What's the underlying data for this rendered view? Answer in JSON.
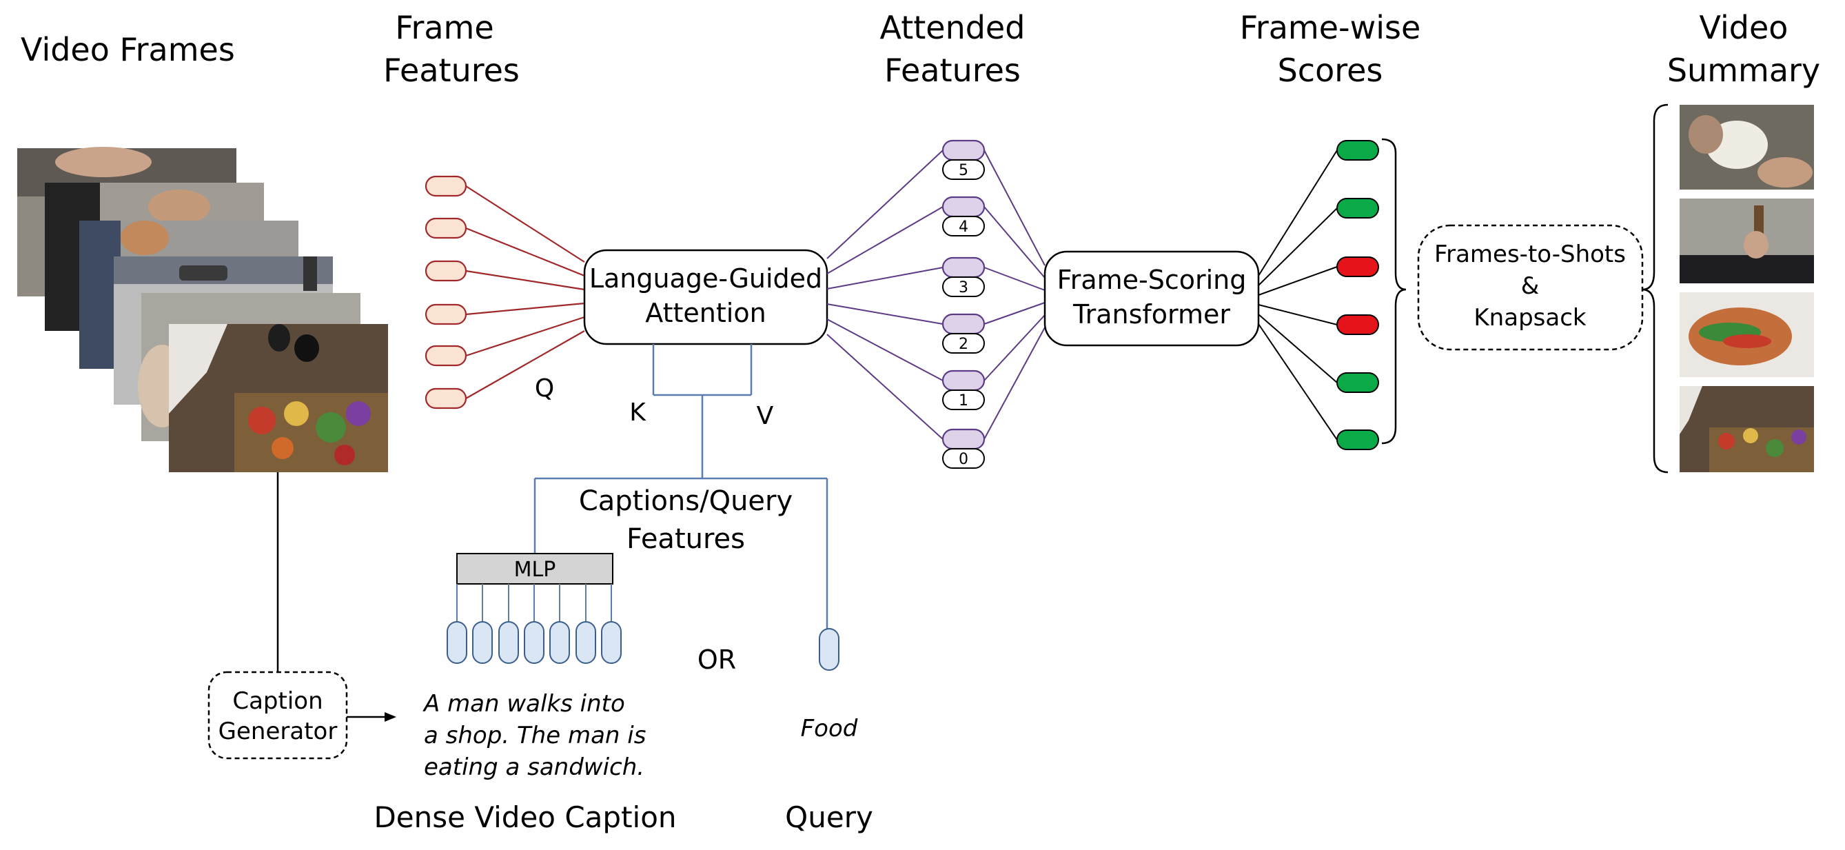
{
  "titles": {
    "video_frames": "Video Frames",
    "frame_features_1": "Frame",
    "frame_features_2": "Features",
    "attended_1": "Attended",
    "attended_2": "Features",
    "scores_1": "Frame-wise",
    "scores_2": "Scores",
    "summary_1": "Video",
    "summary_2": "Summary"
  },
  "blocks": {
    "lga_1": "Language-Guided",
    "lga_2": "Attention",
    "fst_1": "Frame-Scoring",
    "fst_2": "Transformer",
    "f2s_1": "Frames-to-Shots",
    "f2s_2": "&",
    "f2s_3": "Knapsack",
    "cap_gen_1": "Caption",
    "cap_gen_2": "Generator",
    "mlp": "MLP"
  },
  "labels": {
    "q": "Q",
    "k": "K",
    "v": "V",
    "cq_1": "Captions/Query",
    "cq_2": "Features",
    "or": "OR",
    "caption_1": "A man walks into",
    "caption_2": "a shop. The man is",
    "caption_3": "eating a sandwich.",
    "query_text": "Food",
    "dense_caption": "Dense Video Caption",
    "query": "Query"
  },
  "attended_indices": [
    "5",
    "4",
    "3",
    "2",
    "1",
    "0"
  ],
  "frame_scores": [
    "high",
    "high",
    "low",
    "low",
    "high",
    "high"
  ],
  "colors": {
    "frame_feature_fill": "#fbe3d3",
    "frame_feature_stroke": "#a0282a",
    "attended_fill": "#ddd2e8",
    "attended_stroke": "#5c3a86",
    "caption_feature_fill": "#dae6f3",
    "caption_feature_stroke": "#3a5f8e",
    "score_high": "#0aaa48",
    "score_low": "#e5141a",
    "mlp_fill": "#d4d4d4",
    "frame_line": "#a0282a",
    "attended_line": "#5c3a86",
    "kv_line": "#5a7db0"
  }
}
